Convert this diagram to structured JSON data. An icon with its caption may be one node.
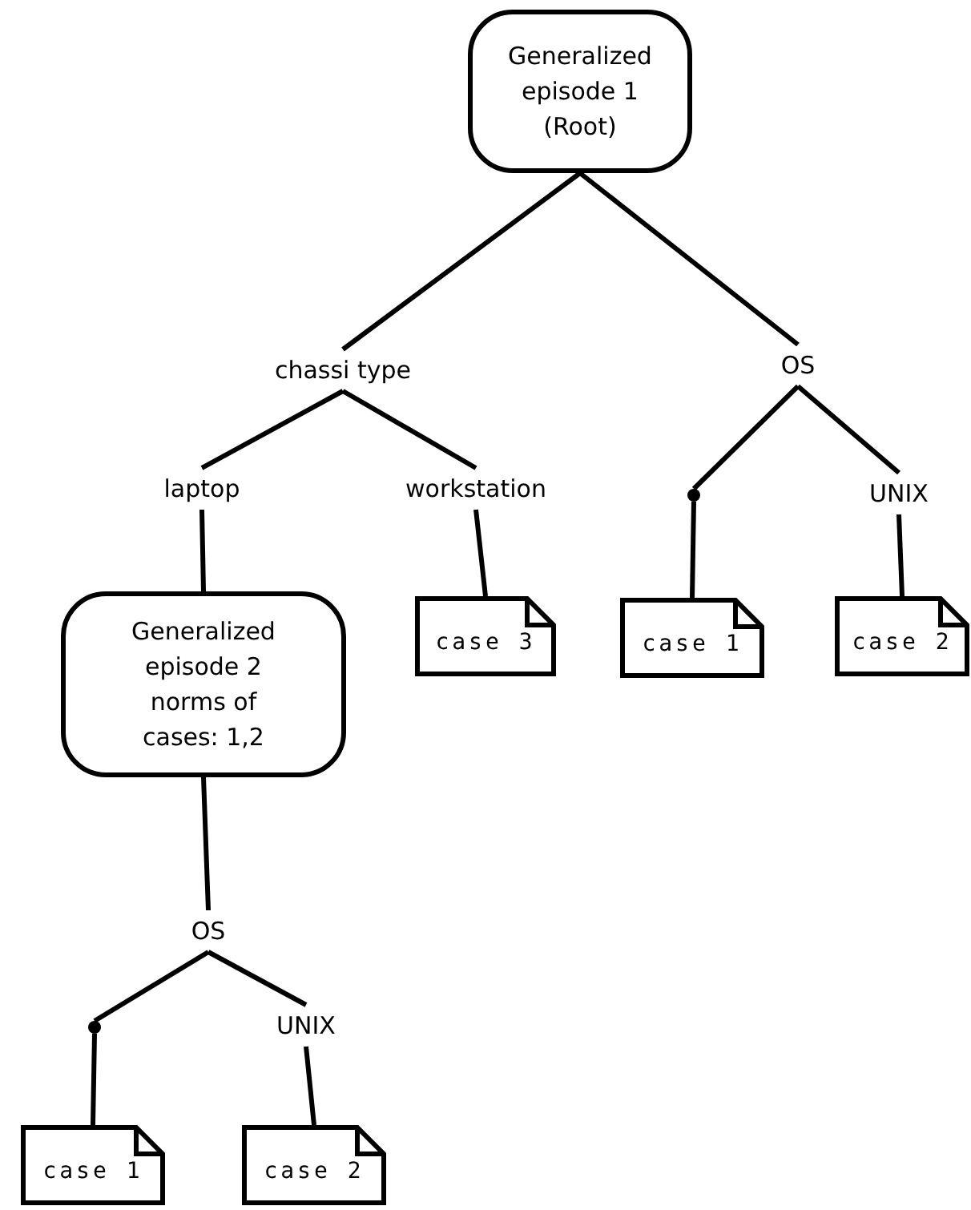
{
  "diagram": {
    "nodes": [
      {
        "text": [
          "Generalized episode 1 (Root)"
        ]
      },
      {
        "text": [
          "chassi type"
        ]
      },
      {
        "text": [
          "OS"
        ]
      },
      {
        "text": [
          "laptop"
        ]
      },
      {
        "text": [
          "workstation"
        ]
      },
      {
        "text": [],
        "shape": "circle"
      },
      {
        "text": [
          "UNIX"
        ]
      },
      {
        "text": [
          "Generalized episode 2 norms of cases: 1,2"
        ]
      },
      {
        "text": [
          "case 3"
        ]
      },
      {
        "text": [
          "case 1"
        ]
      },
      {
        "text": [
          "case 2"
        ]
      },
      {
        "text": [
          "OS"
        ]
      },
      {
        "text": [],
        "shape": "circle"
      },
      {
        "text": [
          "UNIX"
        ]
      },
      {
        "text": [
          "case 1"
        ]
      },
      {
        "text": [
          "case 2"
        ]
      }
    ],
    "edges": [
      {
        "from": 0,
        "to": 1,
        "arrow": "none"
      },
      {
        "from": 0,
        "to": 2,
        "arrow": "none"
      },
      {
        "from": 1,
        "to": 3,
        "arrow": "none"
      },
      {
        "from": 1,
        "to": 4,
        "arrow": "none"
      },
      {
        "from": 2,
        "to": 5,
        "arrow": "none"
      },
      {
        "from": 2,
        "to": 6,
        "arrow": "none"
      },
      {
        "from": 3,
        "to": 7,
        "arrow": "none"
      },
      {
        "from": 4,
        "to": 8,
        "arrow": "none"
      },
      {
        "from": 5,
        "to": 9,
        "arrow": "none"
      },
      {
        "from": 6,
        "to": 10,
        "arrow": "none"
      },
      {
        "from": 7,
        "to": 11,
        "arrow": "none"
      },
      {
        "from": 11,
        "to": 12,
        "arrow": "none"
      },
      {
        "from": 11,
        "to": 13,
        "arrow": "none"
      },
      {
        "from": 12,
        "to": 14,
        "arrow": "none"
      },
      {
        "from": 13,
        "to": 15,
        "arrow": "none"
      }
    ]
  }
}
